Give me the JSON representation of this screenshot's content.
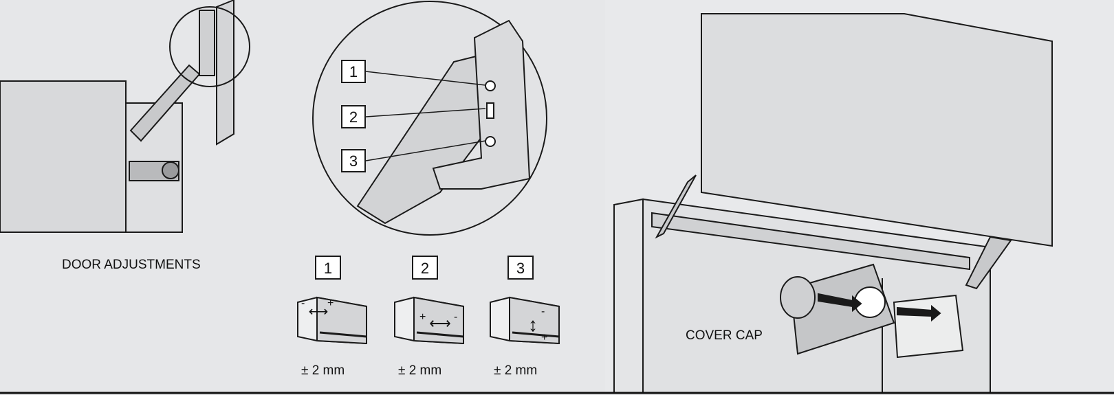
{
  "left_panel": {
    "caption": "DOOR ADJUSTMENTS"
  },
  "detail": {
    "callouts": [
      "1",
      "2",
      "3"
    ]
  },
  "adjustments": [
    {
      "number": "1",
      "minus": "-",
      "plus": "+",
      "range": "± 2 mm"
    },
    {
      "number": "2",
      "minus": "-",
      "plus": "+",
      "range": "± 2 mm"
    },
    {
      "number": "3",
      "minus": "-",
      "plus": "+",
      "range": "± 2 mm"
    }
  ],
  "right_panel": {
    "caption": "COVER CAP"
  },
  "colors": {
    "background": "#e6e7e9",
    "panel": "#dcdddf",
    "line": "#1a1a1a"
  }
}
